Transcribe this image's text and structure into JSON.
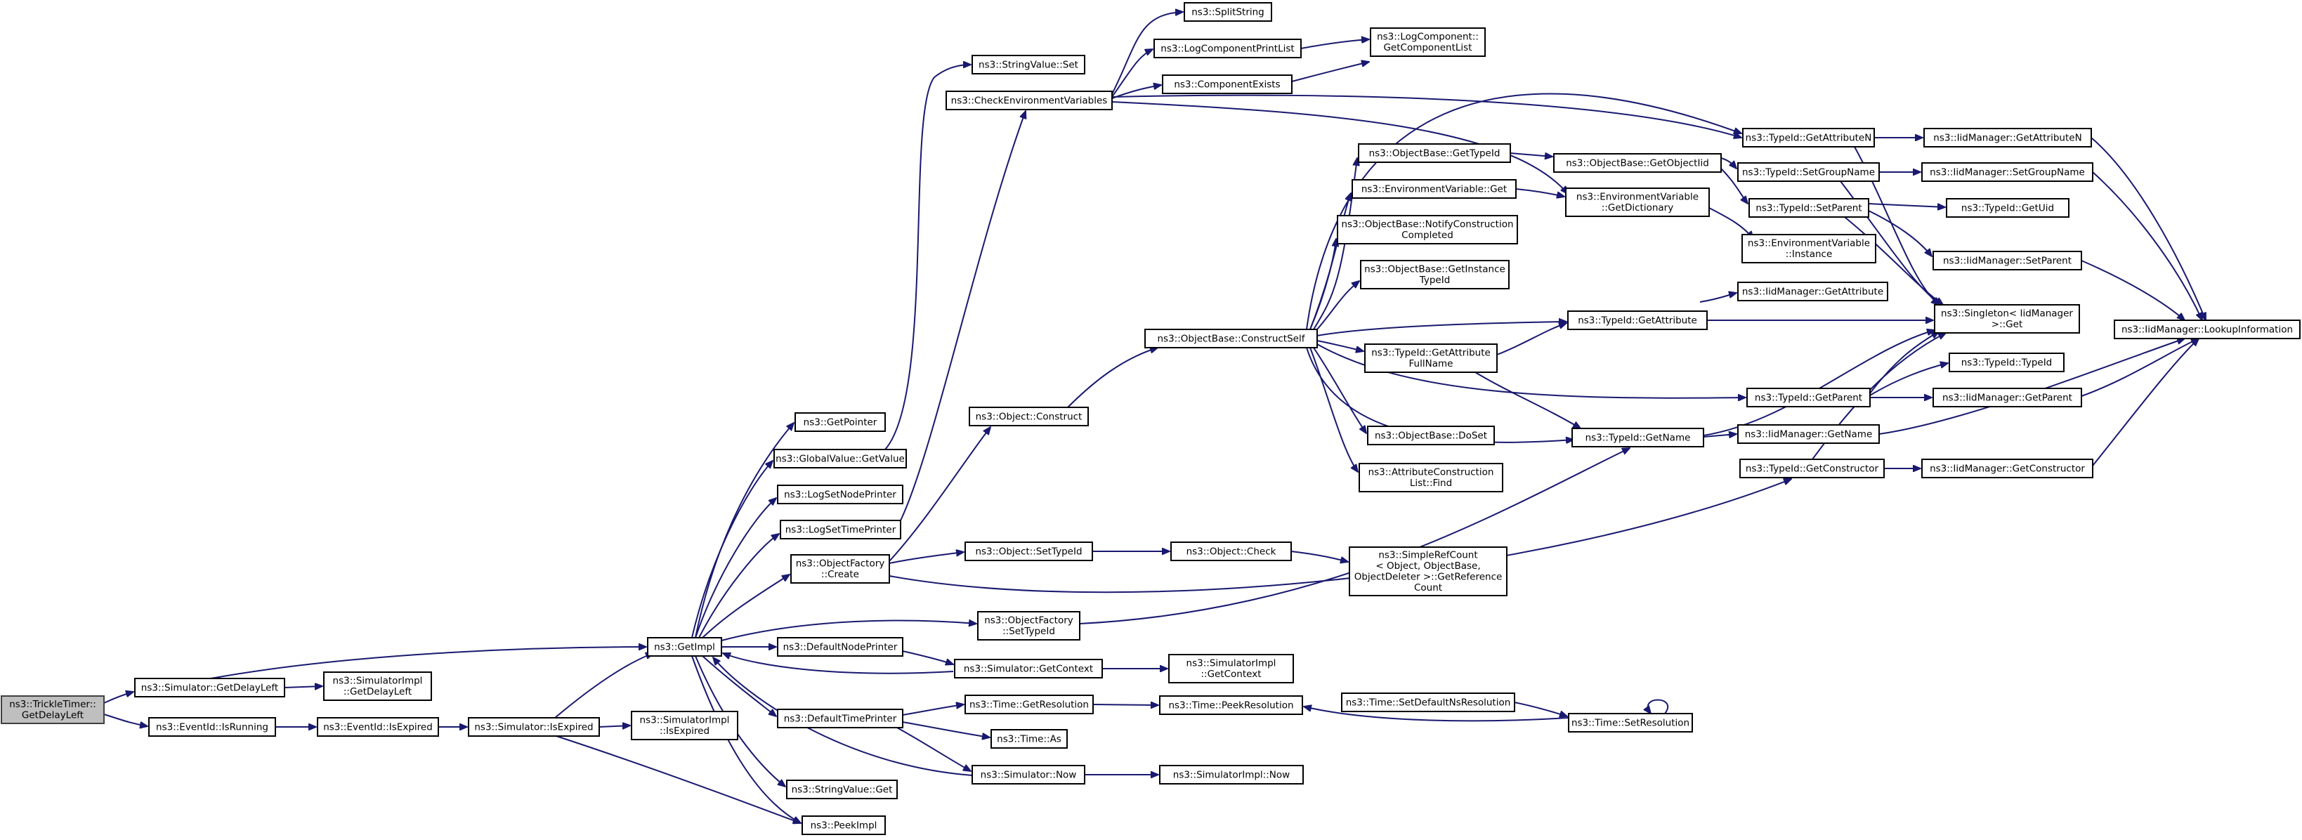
{
  "colors": {
    "edge": "#191970",
    "node_border": "#000000",
    "root_fill": "#bfbfbf",
    "node_fill": "#ffffff"
  },
  "nodes": [
    {
      "id": "n_trickle",
      "lines": [
        "ns3::TrickleTimer::",
        "GetDelayLeft"
      ],
      "root": true
    },
    {
      "id": "n_sim_getdelayleft",
      "lines": [
        "ns3::Simulator::GetDelayLeft"
      ]
    },
    {
      "id": "n_simimpl_getdelayleft",
      "lines": [
        "ns3::SimulatorImpl",
        "::GetDelayLeft"
      ]
    },
    {
      "id": "n_eventid_isrunning",
      "lines": [
        "ns3::EventId::IsRunning"
      ]
    },
    {
      "id": "n_eventid_isexpired",
      "lines": [
        "ns3::EventId::IsExpired"
      ]
    },
    {
      "id": "n_sim_isexpired",
      "lines": [
        "ns3::Simulator::IsExpired"
      ]
    },
    {
      "id": "n_simimpl_isexpired",
      "lines": [
        "ns3::SimulatorImpl",
        "::IsExpired"
      ]
    },
    {
      "id": "n_getimpl",
      "lines": [
        "ns3::GetImpl"
      ]
    },
    {
      "id": "n_getpointer",
      "lines": [
        "ns3::GetPointer"
      ]
    },
    {
      "id": "n_globalvalue_getvalue",
      "lines": [
        "ns3::GlobalValue::GetValue"
      ]
    },
    {
      "id": "n_logsetnodeprinter",
      "lines": [
        "ns3::LogSetNodePrinter"
      ]
    },
    {
      "id": "n_logsettimeprinter",
      "lines": [
        "ns3::LogSetTimePrinter"
      ]
    },
    {
      "id": "n_objectfactory_create",
      "lines": [
        "ns3::ObjectFactory",
        "::Create"
      ]
    },
    {
      "id": "n_defaultnodeprinter",
      "lines": [
        "ns3::DefaultNodePrinter"
      ]
    },
    {
      "id": "n_defaulttimeprinter",
      "lines": [
        "ns3::DefaultTimePrinter"
      ]
    },
    {
      "id": "n_stringvalue_get",
      "lines": [
        "ns3::StringValue::Get"
      ]
    },
    {
      "id": "n_peekimpl",
      "lines": [
        "ns3::PeekImpl"
      ]
    },
    {
      "id": "n_object_construct",
      "lines": [
        "ns3::Object::Construct"
      ]
    },
    {
      "id": "n_object_settypeid",
      "lines": [
        "ns3::Object::SetTypeId"
      ]
    },
    {
      "id": "n_objectfactory_settypeid",
      "lines": [
        "ns3::ObjectFactory",
        "::SetTypeId"
      ]
    },
    {
      "id": "n_sim_getcontext",
      "lines": [
        "ns3::Simulator::GetContext"
      ]
    },
    {
      "id": "n_time_getresolution",
      "lines": [
        "ns3::Time::GetResolution"
      ]
    },
    {
      "id": "n_time_as",
      "lines": [
        "ns3::Time::As"
      ]
    },
    {
      "id": "n_sim_now",
      "lines": [
        "ns3::Simulator::Now"
      ]
    },
    {
      "id": "n_stringvalue_set",
      "lines": [
        "ns3::StringValue::Set"
      ]
    },
    {
      "id": "n_checkenv",
      "lines": [
        "ns3::CheckEnvironmentVariables"
      ]
    },
    {
      "id": "n_splitstring",
      "lines": [
        "ns3::SplitString"
      ]
    },
    {
      "id": "n_logcomponentprintlist",
      "lines": [
        "ns3::LogComponentPrintList"
      ]
    },
    {
      "id": "n_componentexists",
      "lines": [
        "ns3::ComponentExists"
      ]
    },
    {
      "id": "n_logcomponent_getlist",
      "lines": [
        "ns3::LogComponent::",
        "GetComponentList"
      ]
    },
    {
      "id": "n_objectbase_constructself",
      "lines": [
        "ns3::ObjectBase::ConstructSelf"
      ]
    },
    {
      "id": "n_object_check",
      "lines": [
        "ns3::Object::Check"
      ]
    },
    {
      "id": "n_simimpl_getcontext",
      "lines": [
        "ns3::SimulatorImpl",
        "::GetContext"
      ]
    },
    {
      "id": "n_time_peekresolution",
      "lines": [
        "ns3::Time::PeekResolution"
      ]
    },
    {
      "id": "n_simimpl_now",
      "lines": [
        "ns3::SimulatorImpl::Now"
      ]
    },
    {
      "id": "n_objectbase_gettypeid",
      "lines": [
        "ns3::ObjectBase::GetTypeId"
      ]
    },
    {
      "id": "n_envvar_get",
      "lines": [
        "ns3::EnvironmentVariable::Get"
      ]
    },
    {
      "id": "n_objectbase_notify",
      "lines": [
        "ns3::ObjectBase::NotifyConstruction",
        "Completed"
      ]
    },
    {
      "id": "n_objectbase_getinstancetypeid",
      "lines": [
        "ns3::ObjectBase::GetInstance",
        "TypeId"
      ]
    },
    {
      "id": "n_typeid_getattributefullname",
      "lines": [
        "ns3::TypeId::GetAttribute",
        "FullName"
      ]
    },
    {
      "id": "n_objectbase_doset",
      "lines": [
        "ns3::ObjectBase::DoSet"
      ]
    },
    {
      "id": "n_attrconstructionlist_find",
      "lines": [
        "ns3::AttributeConstruction",
        "List::Find"
      ]
    },
    {
      "id": "n_simplerefcount",
      "lines": [
        "ns3::SimpleRefCount",
        "< Object, ObjectBase,",
        "ObjectDeleter >::GetReference",
        "Count"
      ]
    },
    {
      "id": "n_time_setdefaultnsres",
      "lines": [
        "ns3::Time::SetDefaultNsResolution"
      ]
    },
    {
      "id": "n_objectbase_getobjectiid",
      "lines": [
        "ns3::ObjectBase::GetObjectIid"
      ]
    },
    {
      "id": "n_envvar_getdictionary",
      "lines": [
        "ns3::EnvironmentVariable",
        "::GetDictionary"
      ]
    },
    {
      "id": "n_typeid_getattribute",
      "lines": [
        "ns3::TypeId::GetAttribute"
      ]
    },
    {
      "id": "n_typeid_getname",
      "lines": [
        "ns3::TypeId::GetName"
      ]
    },
    {
      "id": "n_time_setresolution",
      "lines": [
        "ns3::Time::SetResolution"
      ]
    },
    {
      "id": "n_typeid_getattributen",
      "lines": [
        "ns3::TypeId::GetAttributeN"
      ]
    },
    {
      "id": "n_typeid_setgroupname",
      "lines": [
        "ns3::TypeId::SetGroupName"
      ]
    },
    {
      "id": "n_typeid_setparent",
      "lines": [
        "ns3::TypeId::SetParent"
      ]
    },
    {
      "id": "n_envvar_instance",
      "lines": [
        "ns3::EnvironmentVariable",
        "::Instance"
      ]
    },
    {
      "id": "n_iidmanager_getattribute",
      "lines": [
        "ns3::IidManager::GetAttribute"
      ]
    },
    {
      "id": "n_typeid_getparent",
      "lines": [
        "ns3::TypeId::GetParent"
      ]
    },
    {
      "id": "n_iidmanager_getname",
      "lines": [
        "ns3::IidManager::GetName"
      ]
    },
    {
      "id": "n_typeid_getconstructor",
      "lines": [
        "ns3::TypeId::GetConstructor"
      ]
    },
    {
      "id": "n_iidmanager_getattributen",
      "lines": [
        "ns3::IidManager::GetAttributeN"
      ]
    },
    {
      "id": "n_iidmanager_setgroupname",
      "lines": [
        "ns3::IidManager::SetGroupName"
      ]
    },
    {
      "id": "n_typeid_getuid",
      "lines": [
        "ns3::TypeId::GetUid"
      ]
    },
    {
      "id": "n_iidmanager_setparent",
      "lines": [
        "ns3::IidManager::SetParent"
      ]
    },
    {
      "id": "n_singleton_get",
      "lines": [
        "ns3::Singleton< IidManager",
        ">::Get"
      ]
    },
    {
      "id": "n_typeid_typeid",
      "lines": [
        "ns3::TypeId::TypeId"
      ]
    },
    {
      "id": "n_iidmanager_getparent",
      "lines": [
        "ns3::IidManager::GetParent"
      ]
    },
    {
      "id": "n_iidmanager_getconstructor",
      "lines": [
        "ns3::IidManager::GetConstructor"
      ]
    },
    {
      "id": "n_iidmanager_lookupinformation",
      "lines": [
        "ns3::IidManager::LookupInformation"
      ]
    }
  ]
}
